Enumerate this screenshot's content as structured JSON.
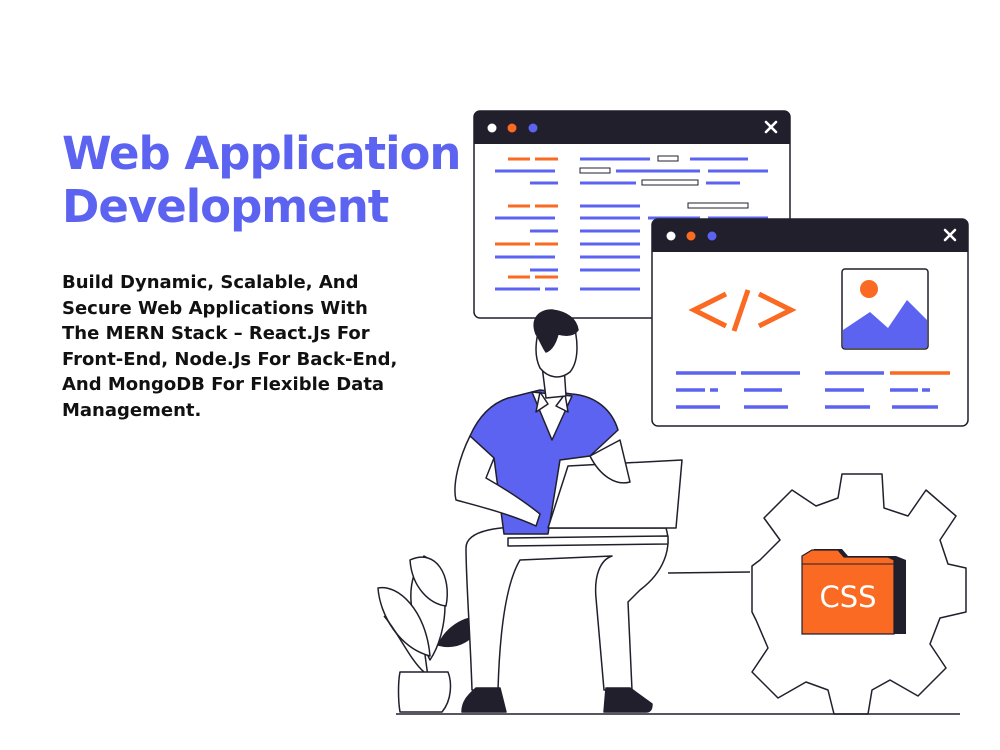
{
  "headline": {
    "line1": "Web Application",
    "line2": "Development"
  },
  "description": {
    "lines": [
      "Build Dynamic, Scalable, And",
      "Secure Web Applications With",
      "The MERN Stack – React.Js For",
      "Front-End, Node.Js For Back-End,",
      "And MongoDB For Flexible Data",
      "Management."
    ]
  },
  "illustration": {
    "folder_label": "CSS",
    "icons": [
      "close-icon",
      "code-icon",
      "image-icon",
      "gear-icon",
      "folder-icon",
      "plant-icon",
      "laptop-icon",
      "person-icon"
    ]
  },
  "colors": {
    "accent_blue": "#5b63f0",
    "accent_orange": "#fa6a22",
    "dark": "#211f2c",
    "text": "#111111",
    "background": "#ffffff"
  }
}
